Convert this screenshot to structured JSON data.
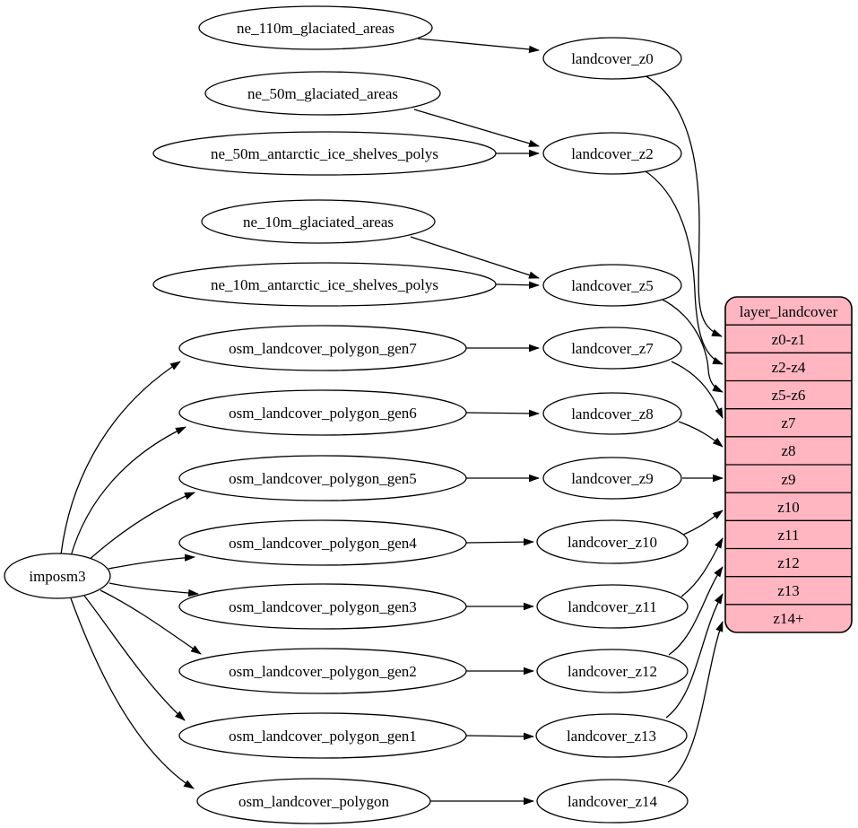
{
  "colors": {
    "background": "#ffffff",
    "node_fill": "#ffffff",
    "edge_stroke": "#000000",
    "table_fill": "#ffb6c1",
    "text": "#000000"
  },
  "nodes": {
    "imposm3": "imposm3",
    "ne110m": "ne_110m_glaciated_areas",
    "ne50m": "ne_50m_glaciated_areas",
    "ne50m_ais": "ne_50m_antarctic_ice_shelves_polys",
    "ne10m": "ne_10m_glaciated_areas",
    "ne10m_ais": "ne_10m_antarctic_ice_shelves_polys",
    "gen7": "osm_landcover_polygon_gen7",
    "gen6": "osm_landcover_polygon_gen6",
    "gen5": "osm_landcover_polygon_gen5",
    "gen4": "osm_landcover_polygon_gen4",
    "gen3": "osm_landcover_polygon_gen3",
    "gen2": "osm_landcover_polygon_gen2",
    "gen1": "osm_landcover_polygon_gen1",
    "polygon": "osm_landcover_polygon",
    "z0": "landcover_z0",
    "z2": "landcover_z2",
    "z5": "landcover_z5",
    "z7": "landcover_z7",
    "z8": "landcover_z8",
    "z9": "landcover_z9",
    "z10": "landcover_z10",
    "z11": "landcover_z11",
    "z12": "landcover_z12",
    "z13": "landcover_z13",
    "z14": "landcover_z14"
  },
  "table": {
    "title": "layer_landcover",
    "rows": [
      "z0-z1",
      "z2-z4",
      "z5-z6",
      "z7",
      "z8",
      "z9",
      "z10",
      "z11",
      "z12",
      "z13",
      "z14+"
    ]
  },
  "edges": [
    {
      "from": "ne_110m_glaciated_areas",
      "to": "landcover_z0"
    },
    {
      "from": "ne_50m_glaciated_areas",
      "to": "landcover_z2"
    },
    {
      "from": "ne_50m_antarctic_ice_shelves_polys",
      "to": "landcover_z2"
    },
    {
      "from": "ne_10m_glaciated_areas",
      "to": "landcover_z5"
    },
    {
      "from": "ne_10m_antarctic_ice_shelves_polys",
      "to": "landcover_z5"
    },
    {
      "from": "osm_landcover_polygon_gen7",
      "to": "landcover_z7"
    },
    {
      "from": "osm_landcover_polygon_gen6",
      "to": "landcover_z8"
    },
    {
      "from": "osm_landcover_polygon_gen5",
      "to": "landcover_z9"
    },
    {
      "from": "osm_landcover_polygon_gen4",
      "to": "landcover_z10"
    },
    {
      "from": "osm_landcover_polygon_gen3",
      "to": "landcover_z11"
    },
    {
      "from": "osm_landcover_polygon_gen2",
      "to": "landcover_z12"
    },
    {
      "from": "osm_landcover_polygon_gen1",
      "to": "landcover_z13"
    },
    {
      "from": "osm_landcover_polygon",
      "to": "landcover_z14"
    },
    {
      "from": "imposm3",
      "to": "osm_landcover_polygon_gen7"
    },
    {
      "from": "imposm3",
      "to": "osm_landcover_polygon_gen6"
    },
    {
      "from": "imposm3",
      "to": "osm_landcover_polygon_gen5"
    },
    {
      "from": "imposm3",
      "to": "osm_landcover_polygon_gen4"
    },
    {
      "from": "imposm3",
      "to": "osm_landcover_polygon_gen3"
    },
    {
      "from": "imposm3",
      "to": "osm_landcover_polygon_gen2"
    },
    {
      "from": "imposm3",
      "to": "osm_landcover_polygon_gen1"
    },
    {
      "from": "imposm3",
      "to": "osm_landcover_polygon"
    },
    {
      "from": "landcover_z0",
      "to": "layer_landcover.z0-z1"
    },
    {
      "from": "landcover_z2",
      "to": "layer_landcover.z2-z4"
    },
    {
      "from": "landcover_z5",
      "to": "layer_landcover.z5-z6"
    },
    {
      "from": "landcover_z7",
      "to": "layer_landcover.z7"
    },
    {
      "from": "landcover_z8",
      "to": "layer_landcover.z8"
    },
    {
      "from": "landcover_z9",
      "to": "layer_landcover.z9"
    },
    {
      "from": "landcover_z10",
      "to": "layer_landcover.z10"
    },
    {
      "from": "landcover_z11",
      "to": "layer_landcover.z11"
    },
    {
      "from": "landcover_z12",
      "to": "layer_landcover.z12"
    },
    {
      "from": "landcover_z13",
      "to": "layer_landcover.z13"
    },
    {
      "from": "landcover_z14",
      "to": "layer_landcover.z14+"
    }
  ]
}
